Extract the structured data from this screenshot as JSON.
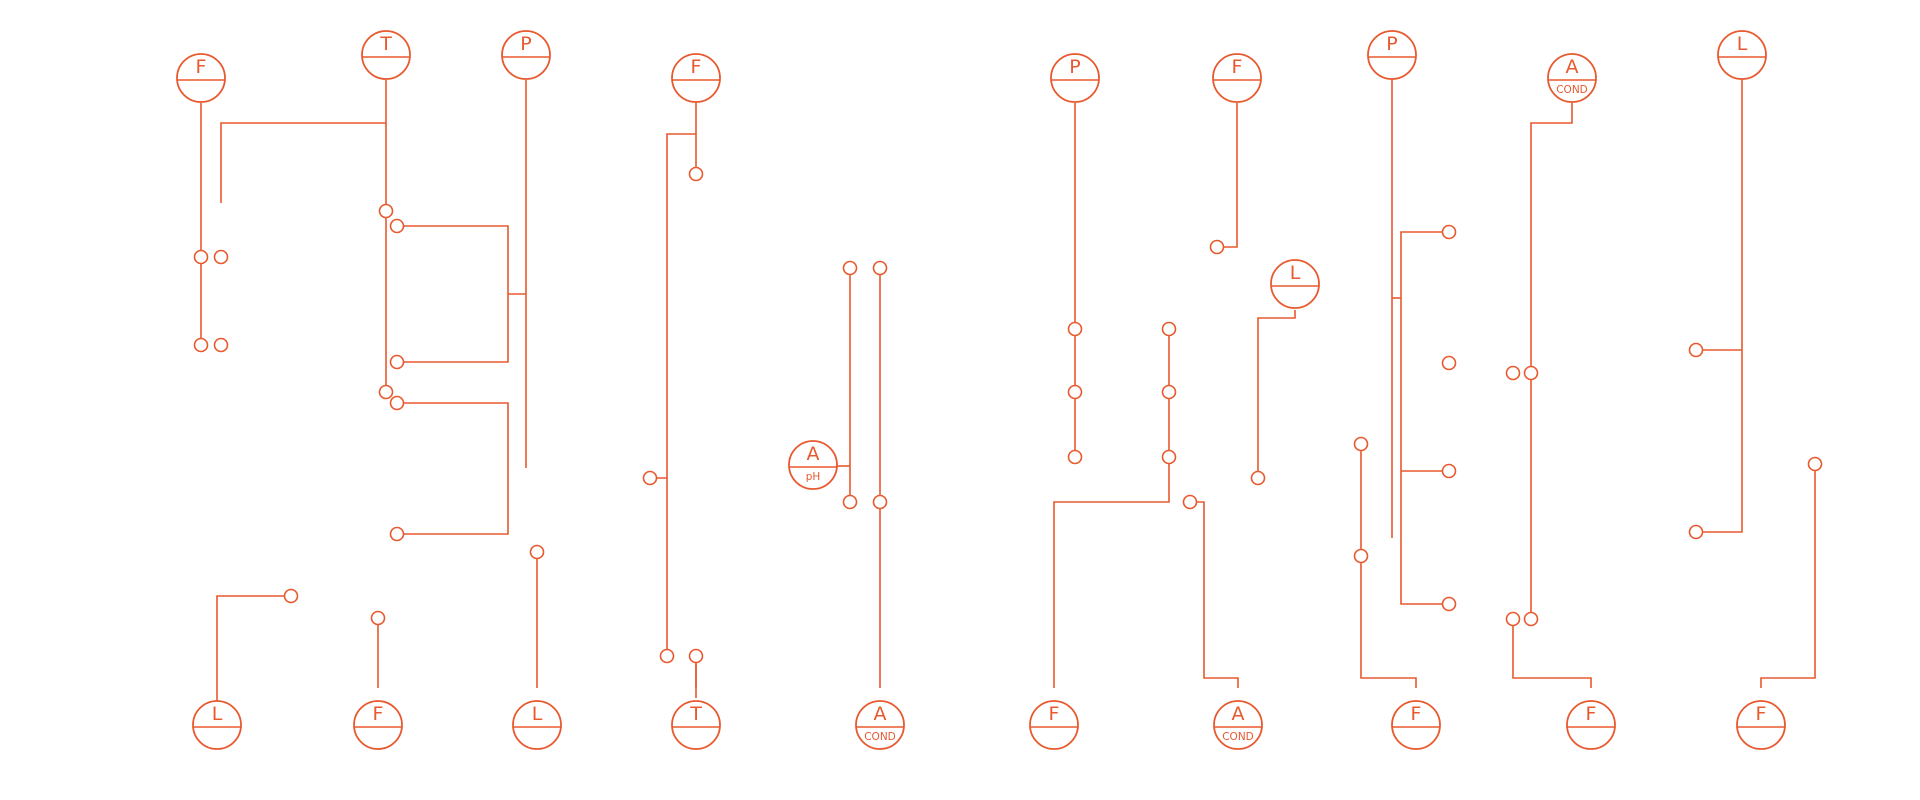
{
  "diagram": {
    "stroke_color": "#E8592E",
    "background": "#ffffff",
    "instruments_top": [
      {
        "letter": "F",
        "sub": "",
        "icon": "flow-instrument"
      },
      {
        "letter": "T",
        "sub": "",
        "icon": "temperature-instrument"
      },
      {
        "letter": "P",
        "sub": "",
        "icon": "pressure-instrument"
      },
      {
        "letter": "F",
        "sub": "",
        "icon": "flow-instrument"
      },
      {
        "letter": "P",
        "sub": "",
        "icon": "pressure-instrument"
      },
      {
        "letter": "F",
        "sub": "",
        "icon": "flow-instrument"
      },
      {
        "letter": "P",
        "sub": "",
        "icon": "pressure-instrument"
      },
      {
        "letter": "A",
        "sub": "COND",
        "icon": "analyzer-instrument"
      },
      {
        "letter": "L",
        "sub": "",
        "icon": "level-instrument"
      }
    ],
    "instruments_middle": [
      {
        "letter": "A",
        "sub": "pH",
        "icon": "analyzer-instrument"
      },
      {
        "letter": "L",
        "sub": "",
        "icon": "level-instrument"
      }
    ],
    "instruments_bottom": [
      {
        "letter": "L",
        "sub": "",
        "icon": "level-instrument"
      },
      {
        "letter": "F",
        "sub": "",
        "icon": "flow-instrument"
      },
      {
        "letter": "L",
        "sub": "",
        "icon": "level-instrument"
      },
      {
        "letter": "T",
        "sub": "",
        "icon": "temperature-instrument"
      },
      {
        "letter": "A",
        "sub": "COND",
        "icon": "analyzer-instrument"
      },
      {
        "letter": "F",
        "sub": "",
        "icon": "flow-instrument"
      },
      {
        "letter": "A",
        "sub": "COND",
        "icon": "analyzer-instrument"
      },
      {
        "letter": "F",
        "sub": "",
        "icon": "flow-instrument"
      },
      {
        "letter": "F",
        "sub": "",
        "icon": "flow-instrument"
      },
      {
        "letter": "F",
        "sub": "",
        "icon": "flow-instrument"
      }
    ]
  }
}
